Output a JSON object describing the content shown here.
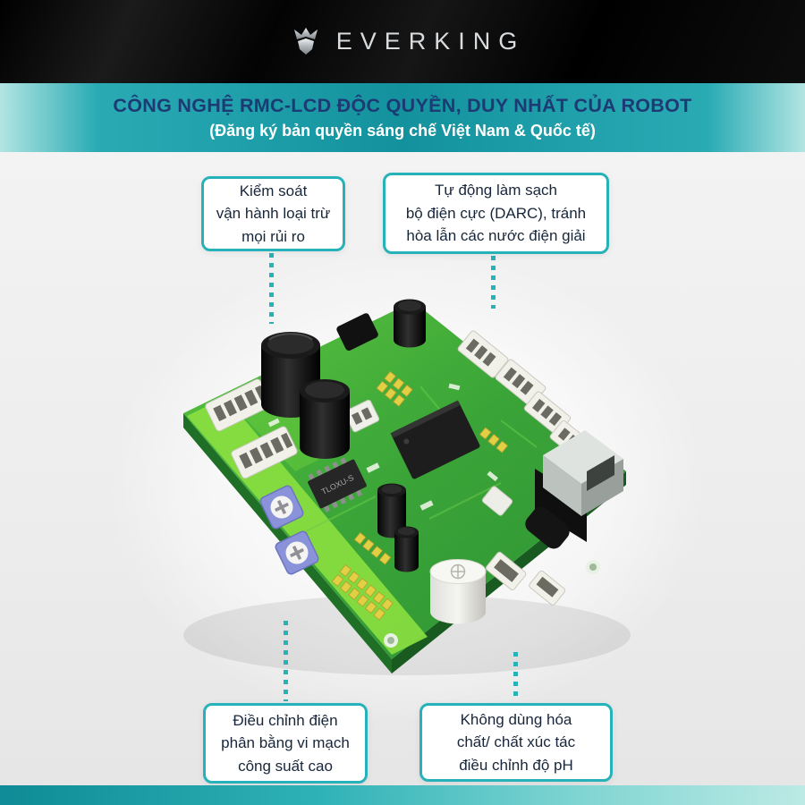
{
  "header": {
    "brand": "EVERKING",
    "logo_icon": "crown-shield"
  },
  "banner": {
    "title": "CÔNG NGHỆ RMC-LCD ĐỘC QUYỀN, DUY NHẤT CỦA ROBOT",
    "subtitle": "(Đăng ký bản quyền sáng chế Việt Nam & Quốc tế)"
  },
  "callouts": {
    "top_left": {
      "text": "Kiểm soát\nvận hành loại trừ\nmọi rủi ro"
    },
    "top_right": {
      "text": "Tự động làm sạch\nbộ điện cực (DARC), tránh\nhòa lẫn các nước điện giải"
    },
    "bottom_left": {
      "text": "Điều chỉnh điện\nphân bằng vi mạch\ncông suất cao"
    },
    "bottom_right": {
      "text": "Không dùng hóa\nchất/ chất xúc tác\nđiều chỉnh độ pH"
    }
  },
  "board": {
    "chip_label": "TLOXU-S"
  },
  "colors": {
    "accent_teal": "#25b2b8",
    "banner_teal": "#13929e",
    "title_navy": "#1d3a74",
    "board_green": "#3aa438",
    "header_black": "#070707",
    "footer_teal": "#2fb2b7"
  }
}
